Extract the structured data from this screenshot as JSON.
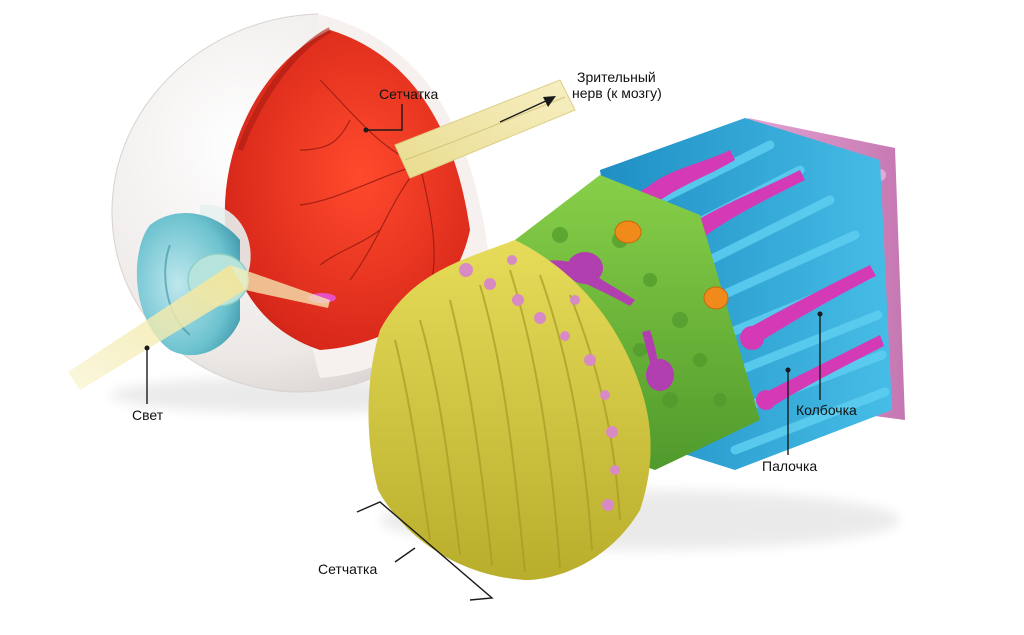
{
  "labels": {
    "retina_eye": "Сетчатка",
    "optic_nerve_line1": "Зрительный",
    "optic_nerve_line2": "нерв (к мозгу)",
    "light": "Свет",
    "cone": "Колбочка",
    "rod": "Палочка",
    "retina_block": "Сетчатка"
  },
  "colors": {
    "sclera": "#f1eeec",
    "retina_red": "#e2321f",
    "iris": "#7cc8d2",
    "light_beam": "#f5eeb4",
    "optic_nerve": "#f0e6a6",
    "ganglion_yellow": "#d9cf45",
    "bipolar_green": "#67b83a",
    "rod_blue": "#2fa7d6",
    "cone_magenta": "#d53ab6",
    "epithelium_pink": "#d98bc4",
    "nucleus_orange": "#f08a1a",
    "leader": "#1a1a1a"
  }
}
